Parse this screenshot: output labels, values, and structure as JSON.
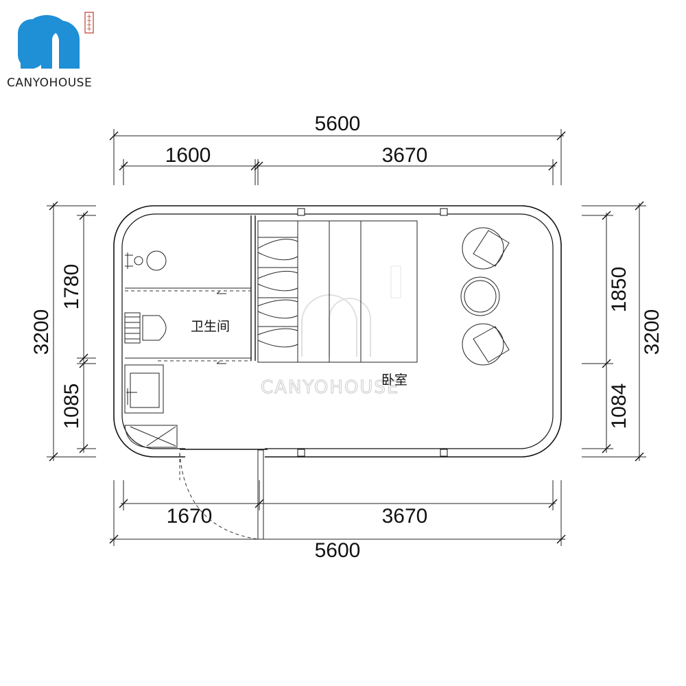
{
  "brand": {
    "name": "CANYOHOUSE",
    "logo_color": "#1f8fd6"
  },
  "dimensions": {
    "top_total": "5600",
    "top_left": "1600",
    "top_right": "3670",
    "bottom_left": "1670",
    "bottom_right": "3670",
    "bottom_total": "5600",
    "left_total": "3200",
    "left_upper": "1780",
    "left_lower": "1085",
    "right_total": "3200",
    "right_upper": "1850",
    "right_lower": "1084"
  },
  "rooms": {
    "bathroom": "卫生间",
    "bedroom": "卧室"
  },
  "watermark": "CANYOHOUSE"
}
